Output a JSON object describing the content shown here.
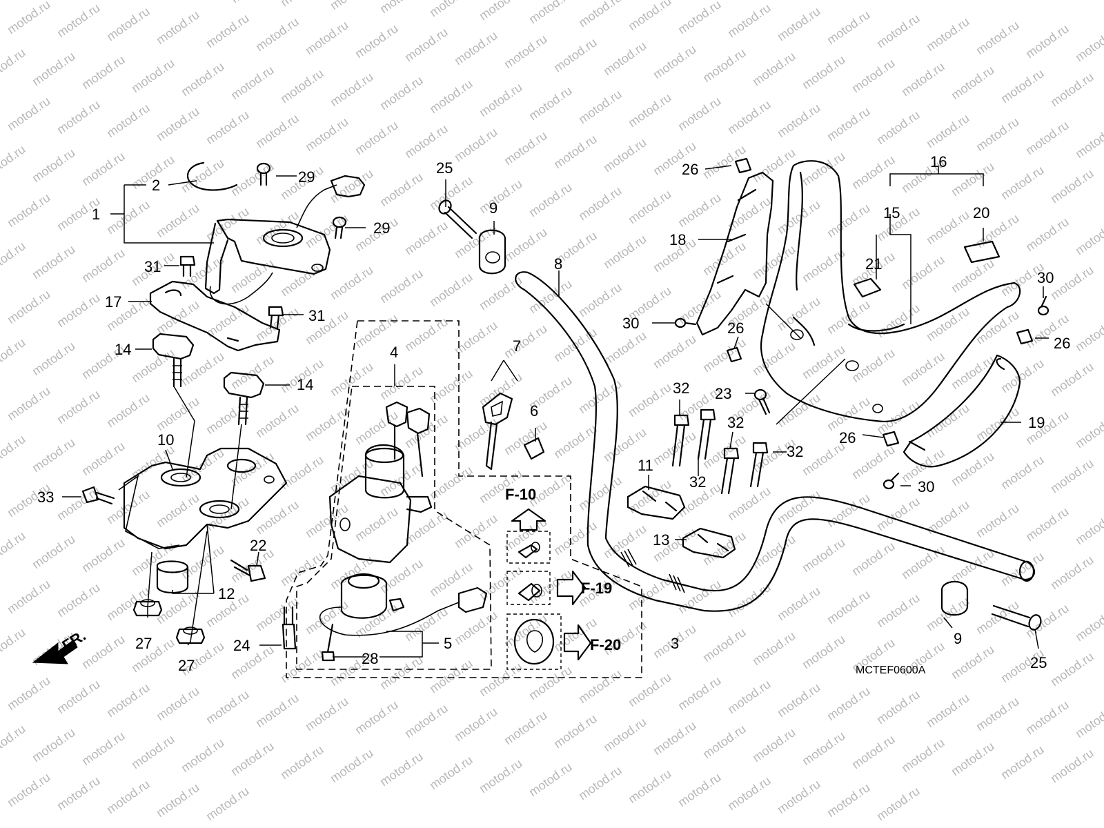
{
  "watermark": "motod.ru",
  "diagram_code": "MCTEF0600A",
  "front_marker": "FR.",
  "callouts": [
    {
      "id": "c1",
      "text": "1"
    },
    {
      "id": "c2",
      "text": "2"
    },
    {
      "id": "c3",
      "text": "3"
    },
    {
      "id": "c4",
      "text": "4"
    },
    {
      "id": "c5",
      "text": "5"
    },
    {
      "id": "c6",
      "text": "6"
    },
    {
      "id": "c7",
      "text": "7"
    },
    {
      "id": "c8",
      "text": "8"
    },
    {
      "id": "c9a",
      "text": "9"
    },
    {
      "id": "c9b",
      "text": "9"
    },
    {
      "id": "c10",
      "text": "10"
    },
    {
      "id": "c11",
      "text": "11"
    },
    {
      "id": "c12",
      "text": "12"
    },
    {
      "id": "c13",
      "text": "13"
    },
    {
      "id": "c14a",
      "text": "14"
    },
    {
      "id": "c14b",
      "text": "14"
    },
    {
      "id": "c15",
      "text": "15"
    },
    {
      "id": "c16",
      "text": "16"
    },
    {
      "id": "c17",
      "text": "17"
    },
    {
      "id": "c18",
      "text": "18"
    },
    {
      "id": "c19",
      "text": "19"
    },
    {
      "id": "c20",
      "text": "20"
    },
    {
      "id": "c21",
      "text": "21"
    },
    {
      "id": "c22",
      "text": "22"
    },
    {
      "id": "c23",
      "text": "23"
    },
    {
      "id": "c24",
      "text": "24"
    },
    {
      "id": "c25a",
      "text": "25"
    },
    {
      "id": "c25b",
      "text": "25"
    },
    {
      "id": "c26a",
      "text": "26"
    },
    {
      "id": "c26b",
      "text": "26"
    },
    {
      "id": "c26c",
      "text": "26"
    },
    {
      "id": "c26d",
      "text": "26"
    },
    {
      "id": "c27a",
      "text": "27"
    },
    {
      "id": "c27b",
      "text": "27"
    },
    {
      "id": "c28",
      "text": "28"
    },
    {
      "id": "c29a",
      "text": "29"
    },
    {
      "id": "c29b",
      "text": "29"
    },
    {
      "id": "c30a",
      "text": "30"
    },
    {
      "id": "c30b",
      "text": "30"
    },
    {
      "id": "c30c",
      "text": "30"
    },
    {
      "id": "c31a",
      "text": "31"
    },
    {
      "id": "c31b",
      "text": "31"
    },
    {
      "id": "c32a",
      "text": "32"
    },
    {
      "id": "c32b",
      "text": "32"
    },
    {
      "id": "c32c",
      "text": "32"
    },
    {
      "id": "c32d",
      "text": "32"
    },
    {
      "id": "c33",
      "text": "33"
    }
  ],
  "refs": [
    {
      "id": "f10",
      "text": "F-10"
    },
    {
      "id": "f19",
      "text": "F-19"
    },
    {
      "id": "f20",
      "text": "F-20"
    }
  ]
}
